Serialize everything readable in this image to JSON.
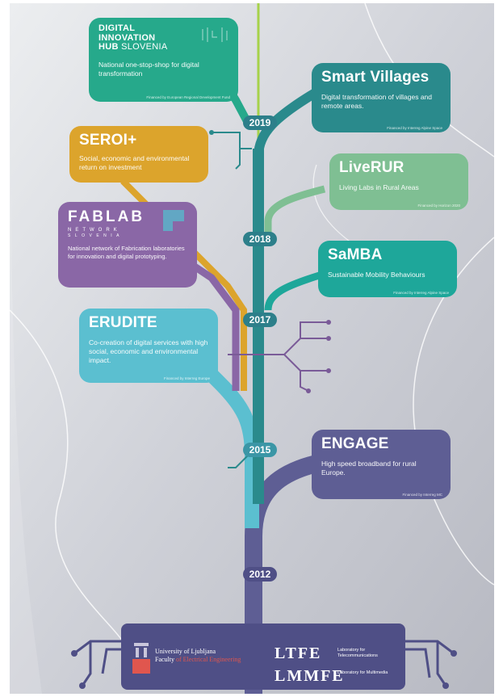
{
  "cards": {
    "dih": {
      "line1": "DIGITAL",
      "line2": "INNOVATION",
      "line3_bold": "HUB",
      "line3_light": "SLOVENIA",
      "desc": "National one-stop-shop for digital transformation",
      "funded": "Financed by European Regional Development Fund",
      "color": "#26a98b"
    },
    "smart_villages": {
      "title": "Smart Villages",
      "desc": "Digital transformation of villages and remote areas.",
      "funded": "Financed by Interreg Alpine Space",
      "color": "#2a8a8c"
    },
    "seroi": {
      "title": "SEROI+",
      "desc": "Social, economic and environmental return on investment",
      "color": "#dca42c"
    },
    "liverur": {
      "title": "LiveRUR",
      "desc": "Living Labs in Rural Areas",
      "funded": "Financed by Horizon 2020",
      "color": "#7fbf93"
    },
    "fablab": {
      "title": "FABLAB",
      "sub": "NETWORK",
      "dots": "SLOVENIA",
      "desc": "National network of Fabrication laboratories for innovation and digital prototyping.",
      "color": "#8a67a6"
    },
    "samba": {
      "title": "SaMBA",
      "desc": "Sustainable Mobility Behaviours",
      "funded": "Financed by Interreg Alpine Space",
      "color": "#1ea79a"
    },
    "erudite": {
      "title": "ERUDITE",
      "desc": "Co-creation of digital services with high social, economic and environmental impact.",
      "funded": "Financed by Interreg Europe",
      "color": "#5bbfd0"
    },
    "engage": {
      "title": "ENGAGE",
      "desc": "High speed broadband for rural Europe.",
      "funded": "Financed by Interreg MC",
      "color": "#5e5e94"
    }
  },
  "years": [
    "2019",
    "2018",
    "2017",
    "2015",
    "2012"
  ],
  "base": {
    "uni_line1": "University of Ljubljana",
    "uni_line2": "Faculty",
    "uni_line2_sub": "of Electrical Engineering",
    "lab1": "LTFE",
    "lab1_desc": "Laboratory for Telecommunications",
    "lab2": "LMMFE",
    "lab2_desc": "Laboratory for Multimedia",
    "color": "#4f4f86"
  },
  "colors": {
    "background": "#dcdde2",
    "year_badge": "#2d7f8a",
    "green_line": "#9fd14b"
  }
}
